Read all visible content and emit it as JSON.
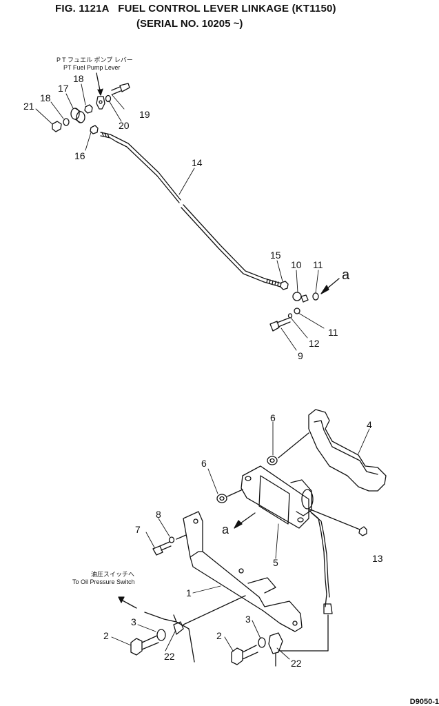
{
  "title": "FIG. 1121A   FUEL CONTROL LEVER LINKAGE (KT1150)",
  "subtitle": "(SERIAL NO. 10205 ~)",
  "notes": {
    "pump_lever_jp": "P T フュエル ポンプ レバー",
    "pump_lever_en": "PT Fuel Pump Lever",
    "oil_switch_jp": "油圧スイッチへ",
    "oil_switch_en": "To Oil Pressure Switch"
  },
  "arrow_labels": {
    "a_top": "a",
    "a_bottom": "a"
  },
  "part_numbers": {
    "p21": "21",
    "p18a": "18",
    "p17": "17",
    "p18b": "18",
    "p19": "19",
    "p20": "20",
    "p16": "16",
    "p14": "14",
    "p15": "15",
    "p10": "10",
    "p11a": "11",
    "p11b": "11",
    "p12": "12",
    "p9": "9",
    "p6a": "6",
    "p4": "4",
    "p6b": "6",
    "p8": "8",
    "p7": "7",
    "p5": "5",
    "p13": "13",
    "p1": "1",
    "p3a": "3",
    "p2a": "2",
    "p22a": "22",
    "p3b": "3",
    "p2b": "2",
    "p22b": "22"
  },
  "drawing_code": "D9050-1"
}
